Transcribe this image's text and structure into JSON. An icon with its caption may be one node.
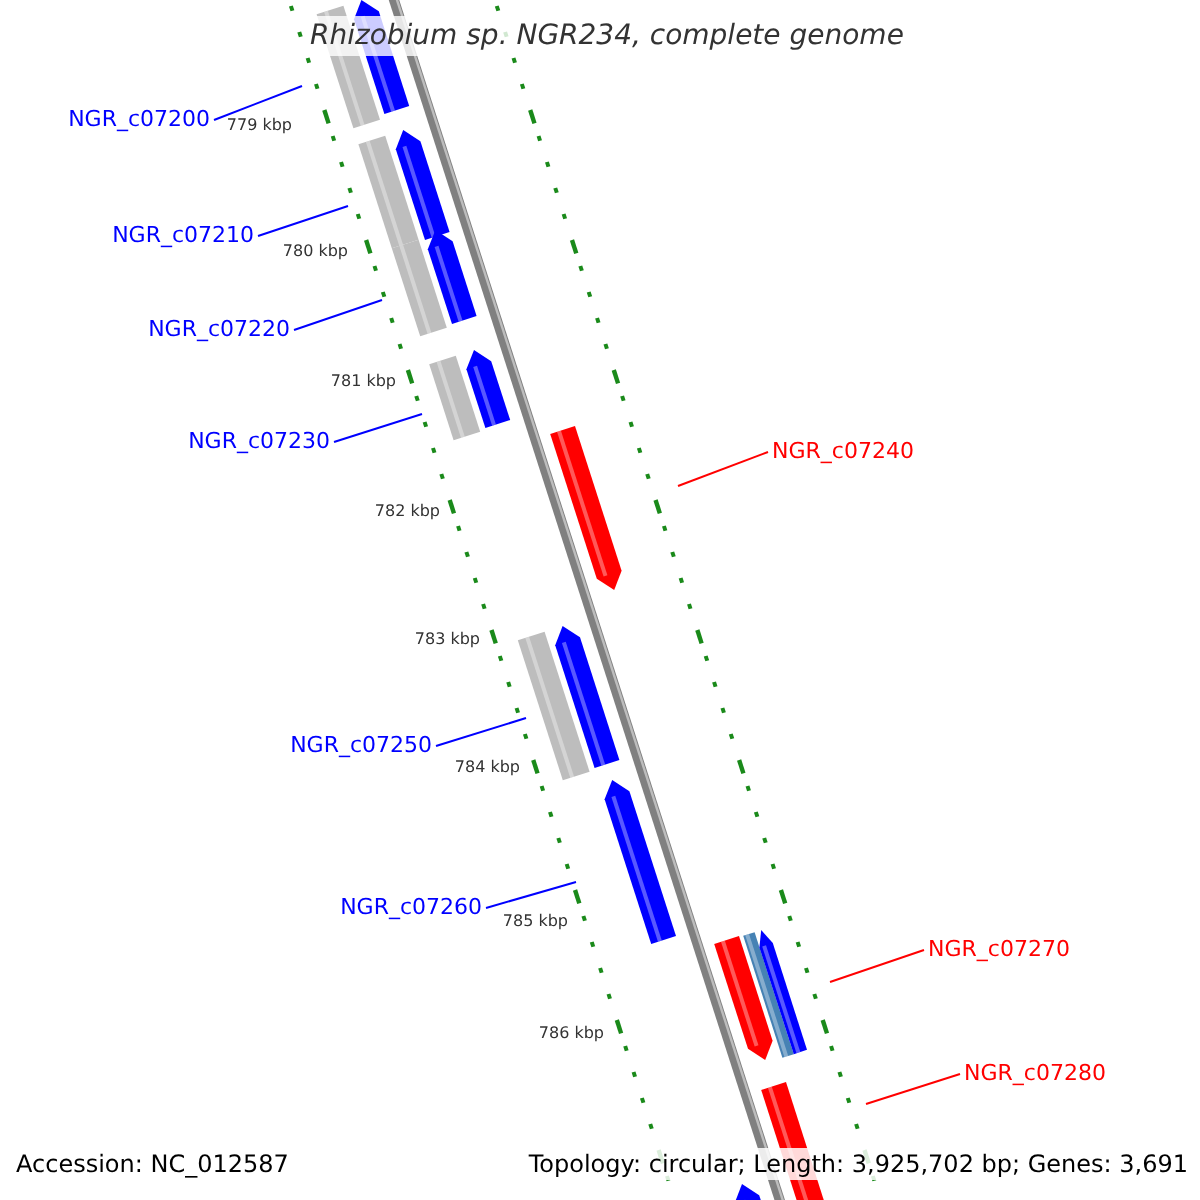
{
  "diagram": {
    "title": "Rhizobium sp. NGR234, complete genome",
    "nodes": [
      {
        "text": [
          "NGR_c07200"
        ]
      },
      {
        "text": [
          "NGR_c07210"
        ]
      },
      {
        "text": [
          "NGR_c07220"
        ]
      },
      {
        "text": [
          "NGR_c07230"
        ]
      },
      {
        "text": [
          "NGR_c07240"
        ]
      },
      {
        "text": [
          "NGR_c07250"
        ]
      },
      {
        "text": [
          "NGR_c07260"
        ]
      },
      {
        "text": [
          "NGR_c07270"
        ]
      },
      {
        "text": [
          "NGR_c07280"
        ]
      }
    ],
    "edges": [
      {
        "from": 0,
        "to": null,
        "arrow": "none"
      },
      {
        "from": 1,
        "to": null,
        "arrow": "none"
      },
      {
        "from": 2,
        "to": null,
        "arrow": "none"
      },
      {
        "from": 3,
        "to": null,
        "arrow": "none"
      },
      {
        "from": 4,
        "to": null,
        "arrow": "none",
        "color": "#ff0000"
      },
      {
        "from": 5,
        "to": null,
        "arrow": "none"
      },
      {
        "from": 6,
        "to": null,
        "arrow": "none"
      },
      {
        "from": 7,
        "to": null,
        "arrow": "none",
        "color": "#ff0000"
      },
      {
        "from": 8,
        "to": null,
        "arrow": "none",
        "color": "#ff0000"
      }
    ],
    "labels": [
      "779 kbp",
      "780 kbp",
      "781 kbp",
      "782 kbp",
      "783 kbp",
      "784 kbp",
      "785 kbp",
      "786 kbp",
      "Accession: NC_012587",
      "Topology: circular; Length: 3,925,702 bp; Genes: 3,691"
    ]
  }
}
